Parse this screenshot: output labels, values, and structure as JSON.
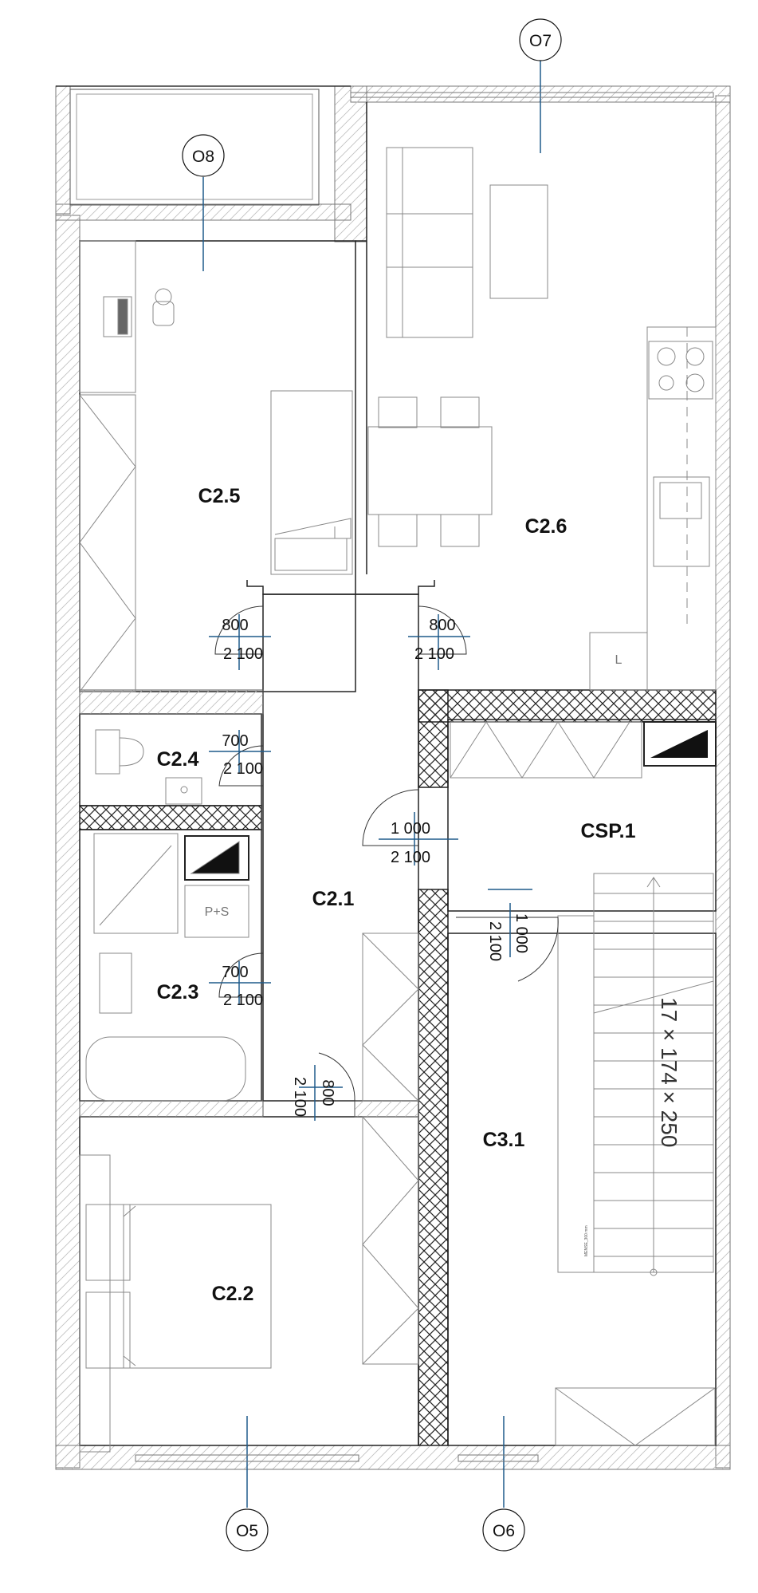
{
  "rooms": {
    "c25": "C2.5",
    "c26": "C2.6",
    "c24": "C2.4",
    "c23": "C2.3",
    "c21": "C2.1",
    "c22": "C2.2",
    "csp1": "CSP.1",
    "c31": "C3.1"
  },
  "openings": {
    "o5": "O5",
    "o6": "O6",
    "o7": "O7",
    "o8": "O8"
  },
  "doors": {
    "d_c25": {
      "width": "800",
      "height": "2 100"
    },
    "d_c26": {
      "width": "800",
      "height": "2 100"
    },
    "d_c24": {
      "width": "700",
      "height": "2 100"
    },
    "d_c23": {
      "width": "700",
      "height": "2 100"
    },
    "d_csp1": {
      "width": "1 000",
      "height": "2 100"
    },
    "d_c31": {
      "width": "1 000",
      "height": "2 100"
    },
    "d_c22": {
      "width": "800",
      "height": "2 100"
    }
  },
  "fixtures": {
    "washer_dryer": "P+S",
    "fridge": "L",
    "stair_note": "MENSE_300 mm"
  },
  "stair": {
    "spec": "17 × 174 × 250"
  }
}
